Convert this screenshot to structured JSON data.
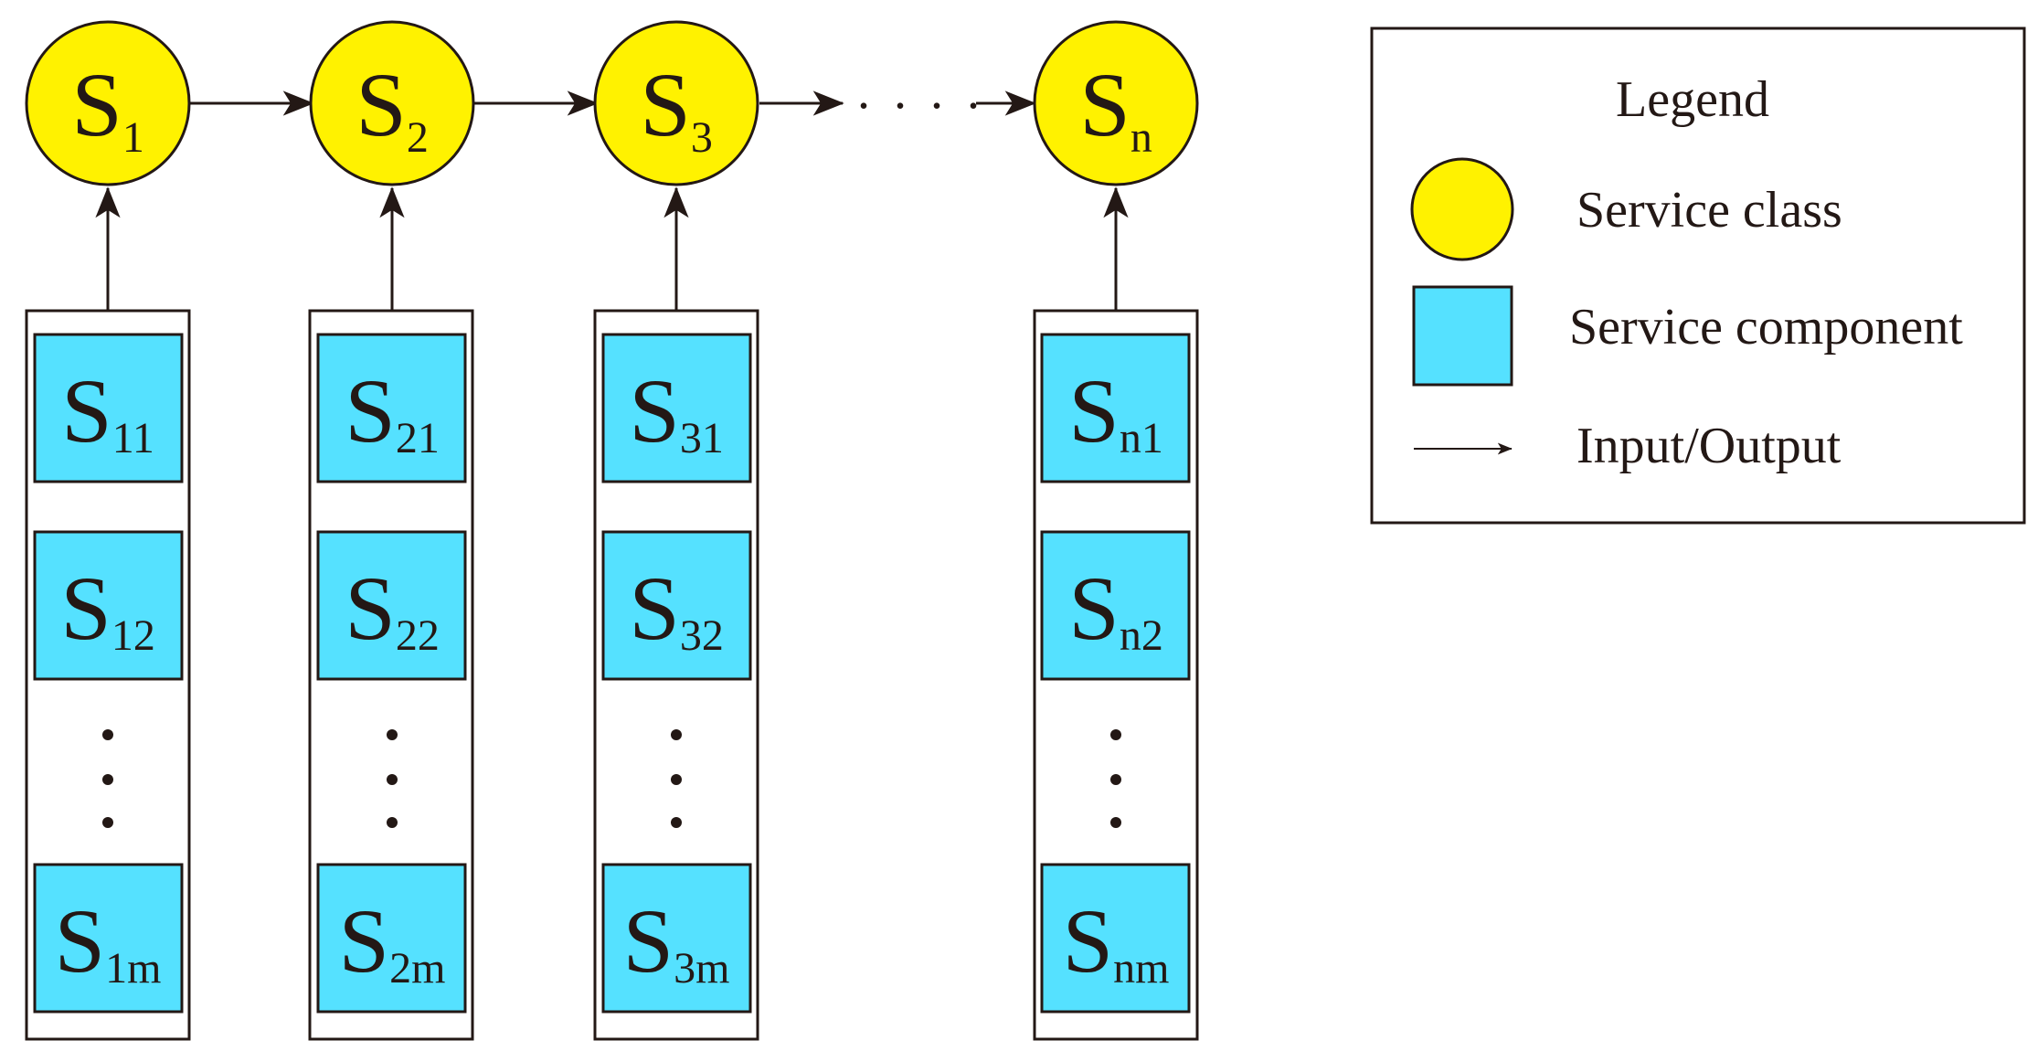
{
  "colors": {
    "service_class_fill": "#FFF200",
    "service_component_fill": "#55E1FF",
    "stroke": "#231815",
    "background": "#FFFFFF"
  },
  "flow_ellipsis": ". . . .",
  "columns": [
    {
      "class_letter": "S",
      "class_sub": "1",
      "components": [
        {
          "letter": "S",
          "sub": "11"
        },
        {
          "letter": "S",
          "sub": "12"
        },
        {
          "letter": "S",
          "sub": "1m"
        }
      ]
    },
    {
      "class_letter": "S",
      "class_sub": "2",
      "components": [
        {
          "letter": "S",
          "sub": "21"
        },
        {
          "letter": "S",
          "sub": "22"
        },
        {
          "letter": "S",
          "sub": "2m"
        }
      ]
    },
    {
      "class_letter": "S",
      "class_sub": "3",
      "components": [
        {
          "letter": "S",
          "sub": "31"
        },
        {
          "letter": "S",
          "sub": "32"
        },
        {
          "letter": "S",
          "sub": "3m"
        }
      ]
    },
    {
      "class_letter": "S",
      "class_sub": "n",
      "components": [
        {
          "letter": "S",
          "sub": "n1"
        },
        {
          "letter": "S",
          "sub": "n2"
        },
        {
          "letter": "S",
          "sub": "nm"
        }
      ]
    }
  ],
  "legend": {
    "title": "Legend",
    "items": [
      {
        "icon": "circle-icon",
        "label": "Service class"
      },
      {
        "icon": "square-icon",
        "label": "Service component"
      },
      {
        "icon": "arrow-icon",
        "label": "Input/Output"
      }
    ]
  }
}
